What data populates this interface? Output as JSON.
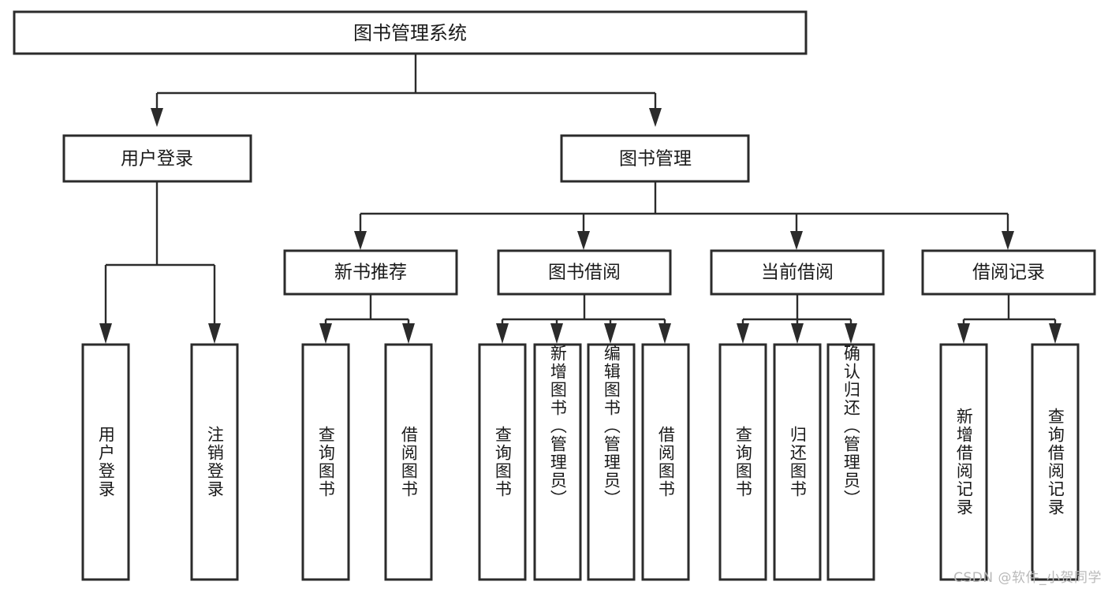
{
  "diagram": {
    "title": "图书管理系统",
    "type": "tree",
    "watermark": "CSDN @软件_小贺同学",
    "colors": {
      "box_stroke": "#2b2b2b",
      "box_fill": "#ffffff",
      "line": "#2b2b2b",
      "text": "#1a1a1a",
      "background": "#ffffff",
      "watermark": "#b9b9b9"
    },
    "levels": {
      "root": {
        "label": "图书管理系统"
      },
      "level2": [
        {
          "id": "user-login",
          "label": "用户登录"
        },
        {
          "id": "book-management",
          "label": "图书管理"
        }
      ],
      "level3": [
        {
          "id": "new-book-recommend",
          "label": "新书推荐",
          "parent": "book-management"
        },
        {
          "id": "book-borrow",
          "label": "图书借阅",
          "parent": "book-management"
        },
        {
          "id": "current-borrow",
          "label": "当前借阅",
          "parent": "book-management"
        },
        {
          "id": "borrow-record",
          "label": "借阅记录",
          "parent": "book-management"
        }
      ],
      "leaves": [
        {
          "id": "leaf-user-login",
          "label": "用户登录",
          "parent": "user-login"
        },
        {
          "id": "leaf-logout",
          "label": "注销登录",
          "parent": "user-login"
        },
        {
          "id": "leaf-query-book-1",
          "label": "查询图书",
          "parent": "new-book-recommend"
        },
        {
          "id": "leaf-borrow-book-1",
          "label": "借阅图书",
          "parent": "new-book-recommend"
        },
        {
          "id": "leaf-query-book-2",
          "label": "查询图书",
          "parent": "book-borrow"
        },
        {
          "id": "leaf-add-book",
          "label": "新增图书（管理员）",
          "parent": "book-borrow"
        },
        {
          "id": "leaf-edit-book",
          "label": "编辑图书（管理员）",
          "parent": "book-borrow"
        },
        {
          "id": "leaf-borrow-book-2",
          "label": "借阅图书",
          "parent": "book-borrow"
        },
        {
          "id": "leaf-query-book-3",
          "label": "查询图书",
          "parent": "current-borrow"
        },
        {
          "id": "leaf-return-book",
          "label": "归还图书",
          "parent": "current-borrow"
        },
        {
          "id": "leaf-confirm-return",
          "label": "确认归还（管理员）",
          "parent": "current-borrow"
        },
        {
          "id": "leaf-add-record",
          "label": "新增借阅记录",
          "parent": "borrow-record"
        },
        {
          "id": "leaf-query-record",
          "label": "查询借阅记录",
          "parent": "borrow-record"
        }
      ]
    }
  }
}
